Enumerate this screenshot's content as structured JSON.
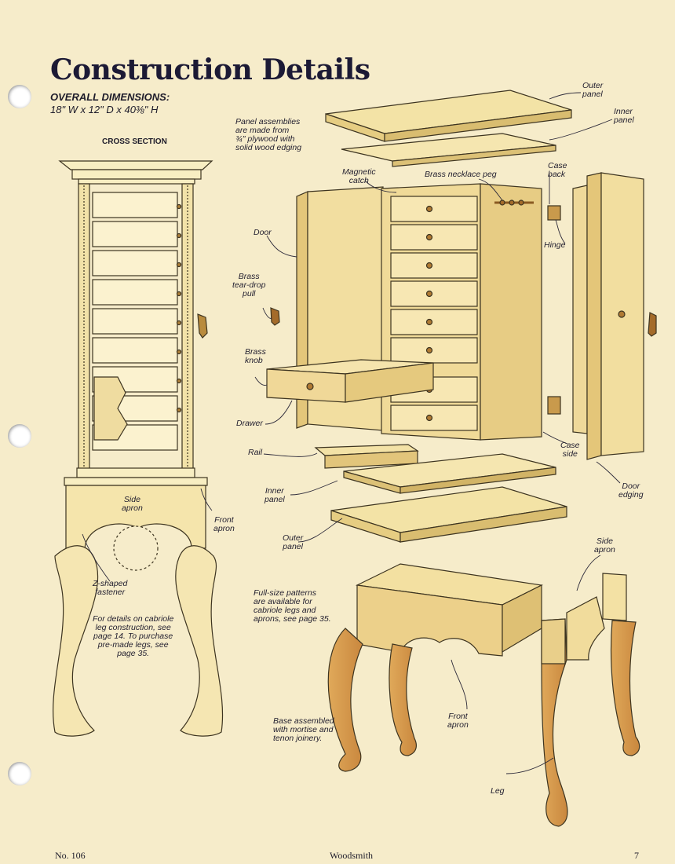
{
  "page": {
    "title": "Construction Details",
    "dimensions_heading": "OVERALL DIMENSIONS:",
    "dimensions_value": "18\" W x 12\" D x 40⅜\" H",
    "cross_section": "CROSS SECTION"
  },
  "labels": {
    "outer_panel_top": "Outer\npanel",
    "inner_panel_top": "Inner\npanel",
    "panel_assemblies": "Panel assemblies\nare made from\n¾\" plywood with\nsolid wood edging",
    "case_back": "Case\nback",
    "magnetic_catch": "Magnetic\ncatch",
    "brass_necklace_peg": "Brass necklace peg",
    "hinge": "Hinge",
    "door": "Door",
    "brass_teardrop_pull": "Brass\ntear-drop\npull",
    "brass_knob": "Brass\nknob",
    "drawer": "Drawer",
    "rail": "Rail",
    "case_side": "Case\nside",
    "door_edging": "Door\nedging",
    "inner_panel_bottom": "Inner\npanel",
    "outer_panel_bottom": "Outer\npanel",
    "side_apron_left": "Side\napron",
    "front_apron_left": "Front\napron",
    "z_shaped_fastener": "Z-shaped\nfastener",
    "cabriole_details": "For details on cabriole\nleg construction, see\npage 14. To purchase\npre-made legs, see\npage 35.",
    "full_size_patterns": "Full-size patterns\nare available for\ncabriole legs and\naprons, see page 35.",
    "side_apron_right": "Side\napron",
    "front_apron_right": "Front\napron",
    "base_assembled": "Base assembled\nwith mortise and\ntenon joinery.",
    "leg": "Leg"
  },
  "footer": {
    "issue": "No. 106",
    "magazine": "Woodsmith",
    "page_number": "7"
  }
}
